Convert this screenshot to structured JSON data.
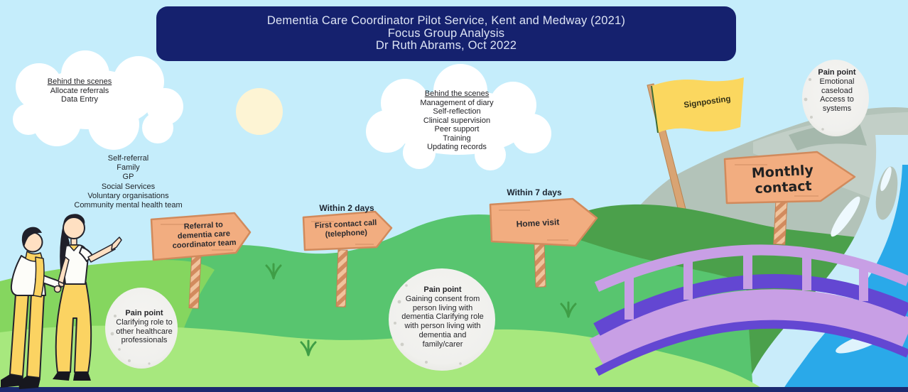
{
  "banner": {
    "line1": "Dementia Care Coordinator Pilot Service, Kent and Medway (2021)",
    "line2": "Focus Group Analysis",
    "line3": "Dr Ruth Abrams, Oct 2022"
  },
  "clouds": {
    "left": {
      "heading": "Behind the scenes",
      "items": [
        "Allocate referrals",
        "Data Entry"
      ]
    },
    "middle": {
      "heading": "Behind the scenes",
      "items": [
        "Management of diary",
        "Self-reflection",
        "Clinical supervision",
        "Peer support",
        "Training",
        "Updating records"
      ]
    }
  },
  "referral_sources": {
    "items": [
      "Self-referral",
      "Family",
      "GP",
      "Social Services",
      "Voluntary organisations",
      "Community mental health team"
    ]
  },
  "journey": {
    "signs": [
      {
        "label": "Referral to dementia care coordinator team"
      },
      {
        "label": "First contact call (telephone)",
        "timing": "Within 2 days"
      },
      {
        "label": "Home visit",
        "timing": "Within 7 days"
      },
      {
        "label": "Monthly contact"
      }
    ],
    "flag_label": "Signposting"
  },
  "pain_points": [
    {
      "heading": "Pain point",
      "body": "Clarifying role to other healthcare professionals"
    },
    {
      "heading": "Pain point",
      "body": "Gaining consent from person living with dementia Clarifying role with person living with dementia and family/carer"
    },
    {
      "heading": "Pain point",
      "body": "Emotional caseload Access to systems"
    }
  ],
  "colors": {
    "banner_navy": "#15216e",
    "sky_blue": "#c5edfb",
    "sun_cream": "#fdf4d4",
    "sign_wood": "#f2ad80",
    "flag_yellow": "#fbd75f",
    "mountain_grey": "#b3c3b9",
    "hill_dark_green": "#4ba04b",
    "hill_mid_green": "#58c56f",
    "hill_light_green": "#a7e87e",
    "river_blue": "#2aa9e9",
    "river_light": "#c9ecfa",
    "bridge_lavender": "#c89fe5",
    "bridge_purple": "#6347d2",
    "stone_white": "#f1f1ee"
  }
}
